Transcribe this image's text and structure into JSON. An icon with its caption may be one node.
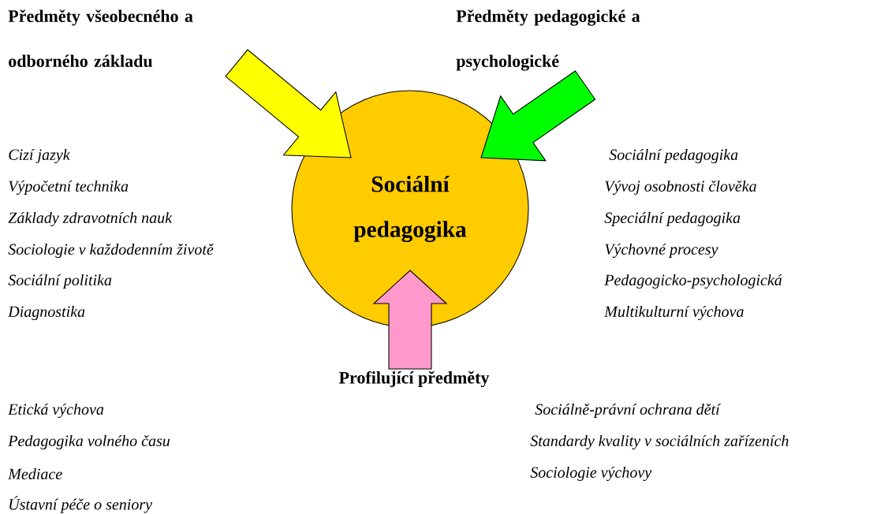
{
  "diagram": {
    "nodes": [
      {
        "text": [
          "Předměty všeobecného a odborného základu"
        ]
      },
      {
        "text": [
          "Předměty pedagogické a psychologické"
        ]
      },
      {
        "text": [
          "Sociální pedagogika"
        ]
      },
      {
        "text": [
          "Profilující předměty"
        ]
      }
    ],
    "edges": [
      {
        "from": 0,
        "to": 2,
        "arrow": "to",
        "color": "#ffff00"
      },
      {
        "from": 1,
        "to": 2,
        "arrow": "to",
        "color": "#00ff00"
      },
      {
        "from": 3,
        "to": 2,
        "arrow": "to",
        "color": "#ff99cc"
      }
    ],
    "labels": [
      "Cizí jazyk",
      "Výpočetní technika",
      "Základy zdravotních nauk",
      "Sociologie v každodenním životě",
      "Sociální politika",
      "Diagnostika",
      "Sociální pedagogika",
      "Vývoj osobnosti člověka",
      "Speciální pedagogika",
      "Výchovné procesy",
      "Pedagogicko-psychologická",
      "Multikulturní výchova",
      "Etická výchova",
      "Pedagogika volného času",
      "Mediace",
      "Ústavní péče o seniory",
      "Sociálně-právní ochrana dětí",
      "Standardy kvality v sociálních zařízeních",
      "Sociologie výchovy"
    ]
  }
}
